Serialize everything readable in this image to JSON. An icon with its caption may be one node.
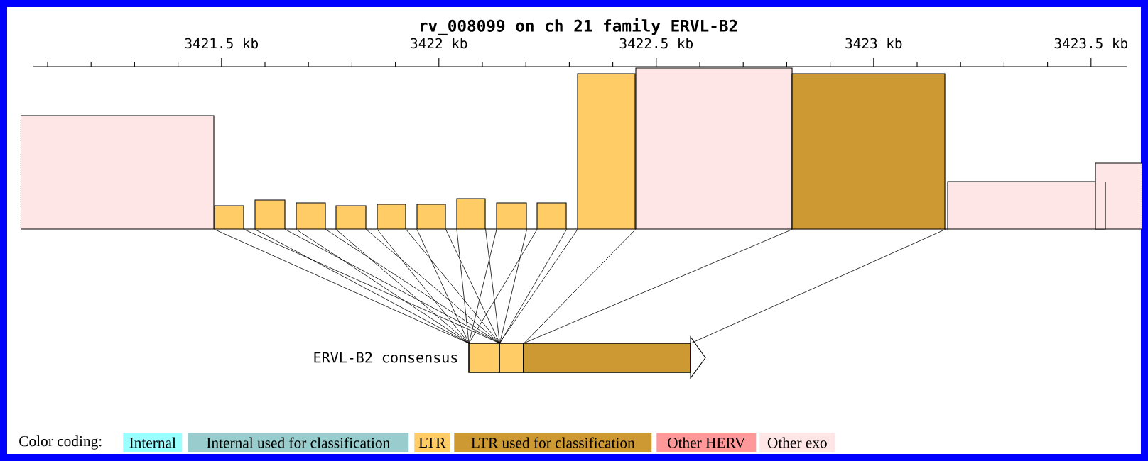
{
  "diagram": {
    "title": "rv_008099 on ch 21 family ERVL-B2",
    "nodes": [
      {
        "text": [],
        "shape": "box"
      },
      {
        "text": [],
        "shape": "box"
      },
      {
        "text": [],
        "shape": "box"
      },
      {
        "text": [],
        "shape": "box"
      },
      {
        "text": [],
        "shape": "box"
      },
      {
        "text": [],
        "shape": "box"
      },
      {
        "text": [],
        "shape": "box"
      },
      {
        "text": [],
        "shape": "box"
      },
      {
        "text": [],
        "shape": "box"
      },
      {
        "text": [],
        "shape": "box"
      },
      {
        "text": [],
        "shape": "box"
      },
      {
        "text": [],
        "shape": "box"
      },
      {
        "text": [],
        "shape": "box"
      },
      {
        "text": [],
        "shape": "box"
      },
      {
        "text": [],
        "shape": "box"
      },
      {
        "text": [],
        "shape": "box",
        "beside": [
          "ERVL-B2 consensus"
        ]
      },
      {
        "text": [],
        "shape": "box"
      },
      {
        "text": [],
        "shape": "box"
      }
    ],
    "edges": [
      {
        "from": 1,
        "to": 15,
        "arrow": "none"
      },
      {
        "from": 2,
        "to": 15,
        "arrow": "none"
      },
      {
        "from": 3,
        "to": 15,
        "arrow": "none"
      },
      {
        "from": 4,
        "to": 15,
        "arrow": "none"
      },
      {
        "from": 5,
        "to": 15,
        "arrow": "none"
      },
      {
        "from": 6,
        "to": 15,
        "arrow": "none"
      },
      {
        "from": 7,
        "to": 15,
        "arrow": "none"
      },
      {
        "from": 8,
        "to": 15,
        "arrow": "none"
      },
      {
        "from": 9,
        "to": 15,
        "arrow": "none"
      },
      {
        "from": 10,
        "to": 16,
        "arrow": "none"
      },
      {
        "from": 12,
        "to": 17,
        "arrow": "none"
      }
    ],
    "labels": [
      "3421.5 kb",
      "3422 kb",
      "3422.5 kb",
      "3423 kb",
      "3423.5 kb",
      "Color coding:"
    ],
    "legend": [
      {
        "text": "Internal",
        "color": "#99ffff"
      },
      {
        "text": "Internal used for classification",
        "color": "#99cccc"
      },
      {
        "text": "LTR",
        "color": "#ffcc66"
      },
      {
        "text": "LTR used for classification",
        "color": "#cc9933"
      },
      {
        "text": "Other HERV",
        "color": "#ff9999"
      },
      {
        "text": "Other exo",
        "color": "#ffe6e6"
      }
    ]
  }
}
